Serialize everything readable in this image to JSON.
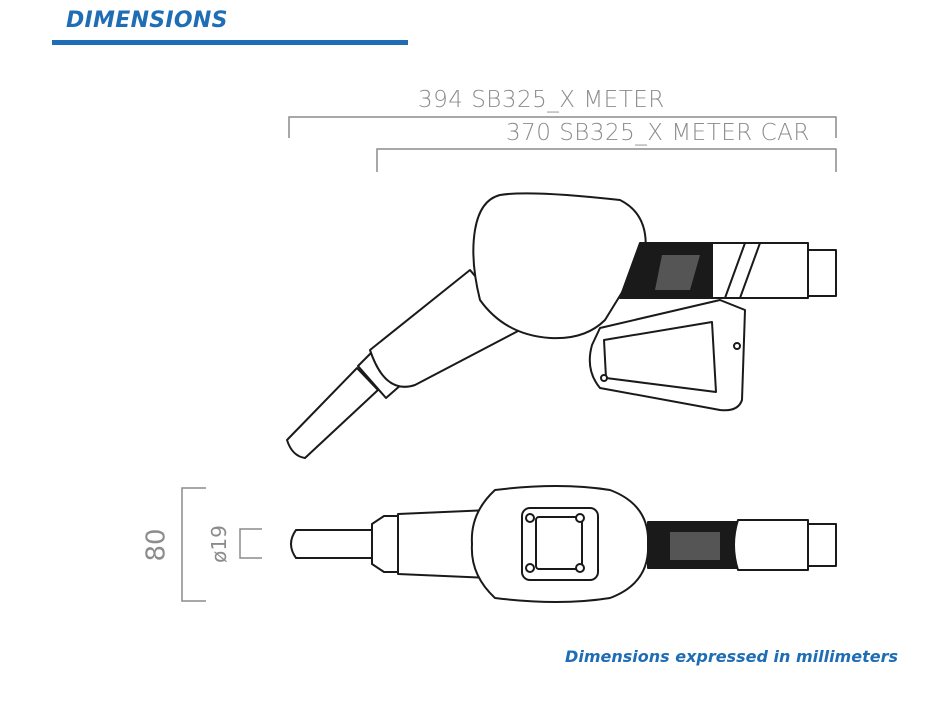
{
  "header": {
    "title": "DIMENSIONS"
  },
  "dimensions": {
    "length_meter": "394 SB325_X METER",
    "length_meter_car": "370 SB325_X METER CAR",
    "height": "80",
    "spout_diameter": "ø19"
  },
  "footnote": "Dimensions expressed in millimeters",
  "colors": {
    "accent": "#1f6db4",
    "dimension_gray": "#8c8c8c",
    "line": "#1a1a1a"
  }
}
